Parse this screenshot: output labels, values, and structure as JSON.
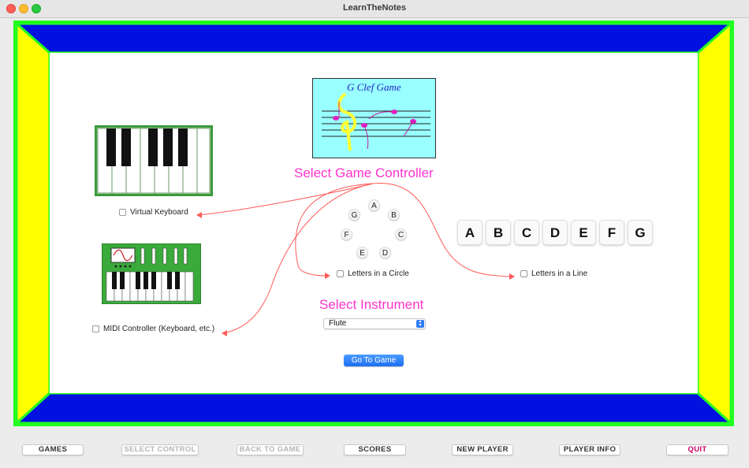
{
  "window": {
    "title": "LearnTheNotes"
  },
  "colors": {
    "frame_top_bottom": "#0011e0",
    "frame_sides": "#ffff00",
    "frame_edge": "#22ff22",
    "accent_magenta": "#ff33cc",
    "arrow_red": "#ff5a5a"
  },
  "game_image": {
    "caption": "G Clef Game"
  },
  "headings": {
    "select_controller": "Select Game Controller",
    "select_instrument": "Select Instrument"
  },
  "options": {
    "virtual_keyboard": "Virtual Keyboard",
    "midi_controller": "MIDI Controller (Keyboard, etc.)",
    "letters_circle": "Letters in a Circle",
    "letters_line": "Letters in a Line"
  },
  "circle_letters": [
    "A",
    "B",
    "C",
    "D",
    "E",
    "F",
    "G"
  ],
  "line_letters": [
    "A",
    "B",
    "C",
    "D",
    "E",
    "F",
    "G"
  ],
  "instrument": {
    "selected": "Flute"
  },
  "go_button": "Go To Game",
  "bottom_buttons": {
    "games": "GAMES",
    "select_control": "SELECT CONTROL",
    "back_to_game": "BACK TO GAME",
    "scores": "SCORES",
    "new_player": "NEW PLAYER",
    "player_info": "PLAYER INFO",
    "quit": "QUIT"
  }
}
